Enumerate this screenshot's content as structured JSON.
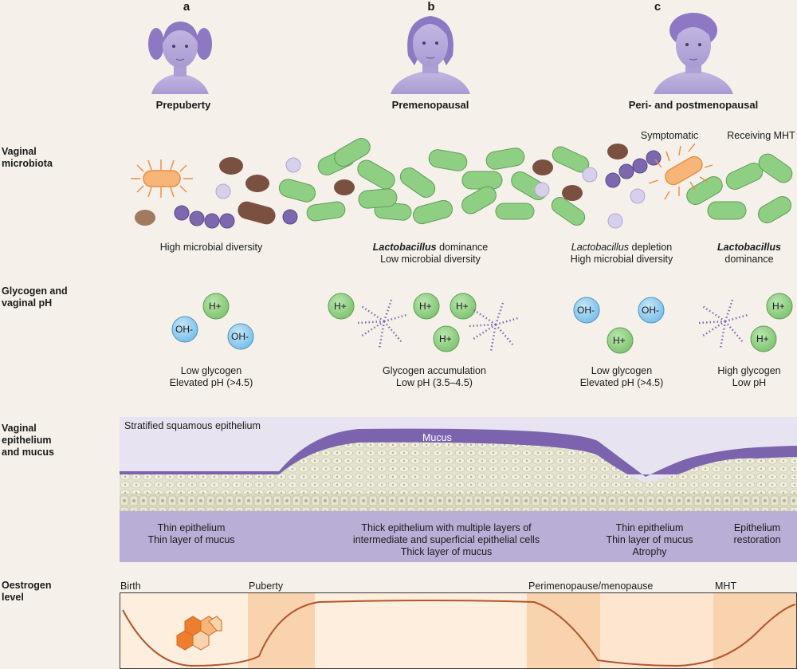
{
  "stages": [
    {
      "letter": "a",
      "title": "Prepuberty"
    },
    {
      "letter": "b",
      "title": "Premenopausal"
    },
    {
      "letter": "c",
      "title": "Peri- and postmenopausal"
    }
  ],
  "row_labels": {
    "microbiota": [
      "Vaginal",
      "microbiota"
    ],
    "glycogen": [
      "Glycogen and",
      "vaginal pH"
    ],
    "epithelium": [
      "Vaginal",
      "epithelium",
      "and mucus"
    ],
    "oestrogen": [
      "Oestrogen",
      "level"
    ]
  },
  "microbiota": {
    "symptomatic": "Symptomatic",
    "receiving_mht": "Receiving MHT",
    "cap_a": "High microbial diversity",
    "cap_b_em": "Lactobacillus",
    "cap_b_rest": " dominance",
    "cap_b_2": "Low microbial diversity",
    "cap_c1_em": "Lactobacillus",
    "cap_c1_rest": " depletion",
    "cap_c1_2": "High microbial diversity",
    "cap_c2_em": "Lactobacillus",
    "cap_c2_2": "dominance"
  },
  "glycogen": {
    "h": "H+",
    "oh": "OH-",
    "cap_a": [
      "Low glycogen",
      "Elevated pH (>4.5)"
    ],
    "cap_b": [
      "Glycogen accumulation",
      "Low pH (3.5–4.5)"
    ],
    "cap_c1": [
      "Low glycogen",
      "Elevated pH (>4.5)"
    ],
    "cap_c2": [
      "High glycogen",
      "Low pH"
    ]
  },
  "epithelium": {
    "header": "Stratified squamous epithelium",
    "mucus": "Mucus",
    "cap_a": [
      "Thin epithelium",
      "Thin layer of mucus"
    ],
    "cap_b": [
      "Thick epithelium with multiple layers of",
      "intermediate and superficial epithelial cells",
      "Thick layer of mucus"
    ],
    "cap_c1": [
      "Thin epithelium",
      "Thin layer of mucus",
      "Atrophy"
    ],
    "cap_c2": [
      "Epithelium",
      "restoration"
    ]
  },
  "oestrogen": {
    "birth": "Birth",
    "puberty": "Puberty",
    "perimenopause": "Perimenopause/menopause",
    "mht": "MHT"
  },
  "colors": {
    "background": "#f5f1ea",
    "lacto": "#8fcf84",
    "purple": "#7d68b0",
    "brown": "#7a5040",
    "orange": "#f08a3a",
    "h_ion": "#90d080",
    "oh_ion": "#8fcbee",
    "mucus": "#7b64ad",
    "epi_base": "#b9afd6",
    "curve": "#b5542a"
  }
}
